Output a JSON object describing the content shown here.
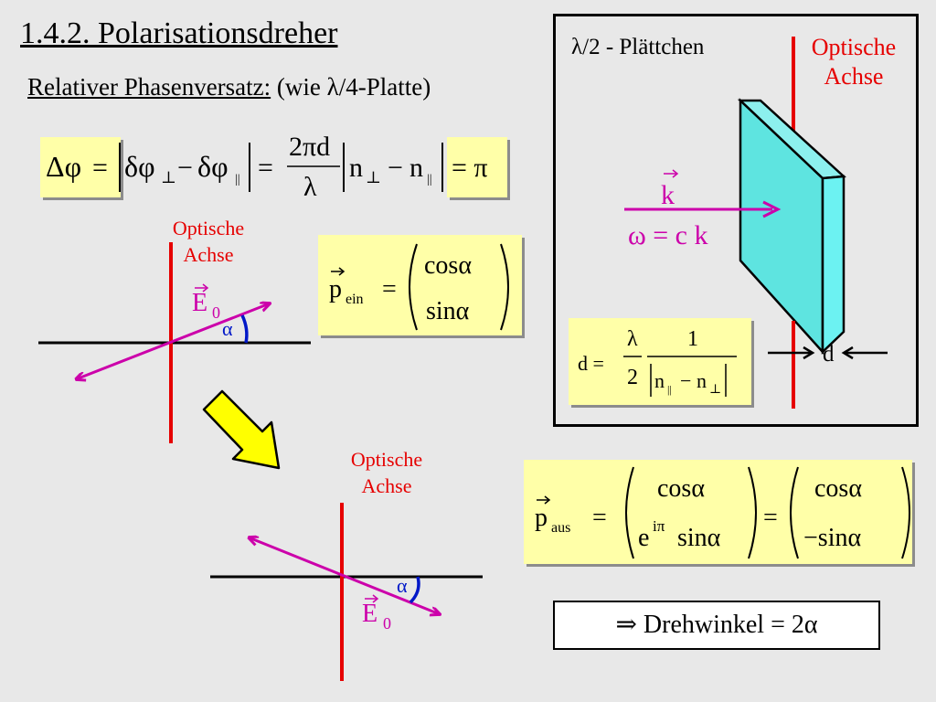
{
  "title": "1.4.2. Polarisationsdreher",
  "subtitle": {
    "underlined": "Relativer Phasenversatz:",
    "rest": "(wie λ/4-Platte)"
  },
  "equation_phase": {
    "lhs": "Δφ",
    "eq": "=",
    "dphi_perp": "δφ",
    "perp_sub": "⊥",
    "minus": "−",
    "dphi_par": "δφ",
    "par_sub": "||",
    "frac_num": "2πd",
    "frac_den": "λ",
    "n_perp": "n",
    "n_par": "n",
    "result": "= π"
  },
  "optic_axis_label_line1": "Optische",
  "optic_axis_label_line2": "Achse",
  "field_vector": "E",
  "field_sub": "0",
  "angle": "α",
  "p_ein": {
    "symbol": "p",
    "sub": "ein",
    "row1": "cosα",
    "row2": "sinα"
  },
  "p_aus": {
    "symbol": "p",
    "sub": "aus",
    "row1": "cosα",
    "row2_base": "e",
    "row2_exp": "iπ",
    "row2_rest": "sinα",
    "result_row1": "cosα",
    "result_row2": "−sinα"
  },
  "panel": {
    "plate_label": "λ/2 - Plättchen",
    "k_label": "k",
    "omega_eq": "ω = c k",
    "d_label": "d",
    "d_formula": {
      "lhs": "d =",
      "frac1_num": "λ",
      "frac1_den": "2",
      "frac2_num": "1",
      "n_par": "n",
      "n_perp": "n"
    }
  },
  "result_text": "⇒  Drehwinkel = 2α",
  "colors": {
    "formula_bg": "#ffffa8",
    "optic_axis": "#e60000",
    "vector": "#cc00aa",
    "angle": "#0018c8",
    "crystal": "#5ee4e0",
    "arrow_yellow": "#ffff00"
  }
}
